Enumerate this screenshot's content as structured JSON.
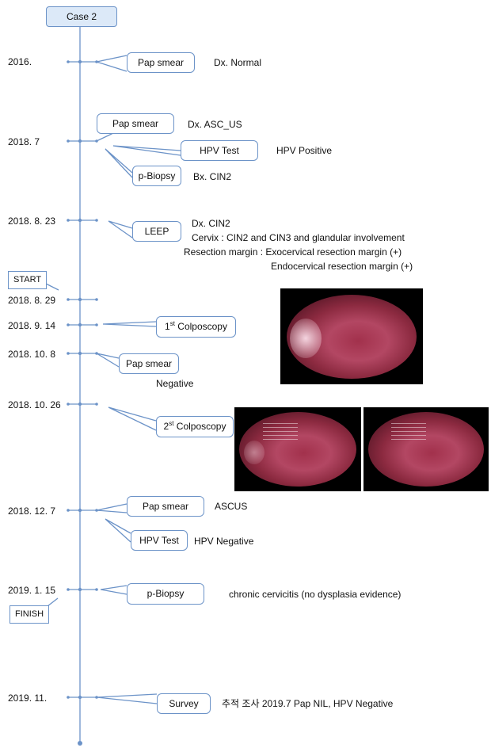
{
  "title": "Case 2",
  "labels": {
    "start": "START",
    "finish": "FINISH"
  },
  "dates": [
    "2016.",
    "2018. 7",
    "2018. 8. 23",
    "2018. 8. 29",
    "2018. 9. 14",
    "2018. 10. 8",
    "2018. 10. 26",
    "2018. 12. 7",
    "2019. 1. 15",
    "2019. 11."
  ],
  "events": {
    "e2016": {
      "box": "Pap smear",
      "result": "Dx. Normal"
    },
    "e2018_7": {
      "pap": "Pap smear",
      "pap_result": "Dx. ASC_US",
      "hpv": "HPV Test",
      "hpv_result": "HPV Positive",
      "biopsy": "p-Biopsy",
      "biopsy_result": "Bx. CIN2"
    },
    "e2018_8_23": {
      "box": "LEEP",
      "line1": "Dx. CIN2",
      "line2": "Cervix : CIN2 and CIN3 and glandular involvement",
      "line3": "Resection margin : Exocervical resection margin (+)",
      "line4": "Endocervical resection margin (+)"
    },
    "e2018_9_14": {
      "ordinal": "1",
      "sup": "st",
      "box": " Colposcopy"
    },
    "e2018_10_8": {
      "box": "Pap smear",
      "result": "Negative"
    },
    "e2018_10_26": {
      "ordinal": "2",
      "sup": "st",
      "box": " Colposcopy"
    },
    "e2018_12_7": {
      "pap": "Pap smear",
      "pap_result": "ASCUS",
      "hpv": "HPV Test",
      "hpv_result": "HPV Negative"
    },
    "e2019_1_15": {
      "box": "p-Biopsy",
      "result": "chronic cervicitis (no dysplasia evidence)"
    },
    "e2019_11": {
      "box": "Survey",
      "result": "추적 조사 2019.7 Pap NIL, HPV Negative"
    }
  },
  "colors": {
    "line": "#6c93c8",
    "box_border": "#6c93c8",
    "title_fill": "#dce9f8",
    "tissue": "#a2314c"
  }
}
